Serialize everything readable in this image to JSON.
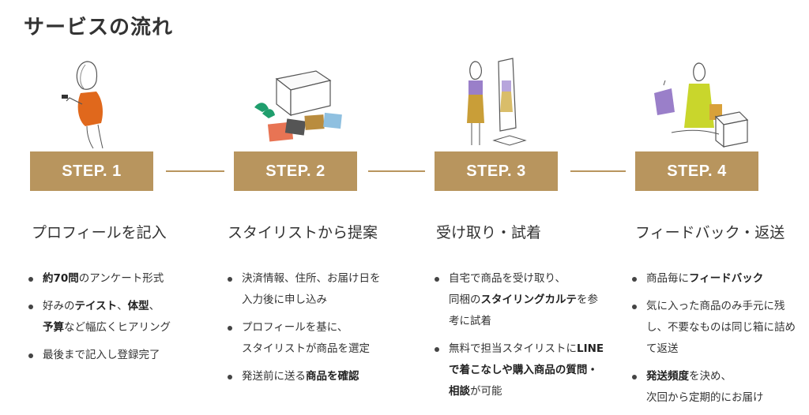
{
  "title": "サービスの流れ",
  "colors": {
    "gold": "#b8955e",
    "text": "#333333"
  },
  "steps": [
    {
      "label": "STEP. 1",
      "heading": "プロフィールを記入",
      "illustration": "woman-with-phone-illustration",
      "bullets": [
        [
          [
            {
              "t": "約70問",
              "b": true
            },
            {
              "t": "のアンケート形式",
              "b": false
            }
          ]
        ],
        [
          [
            {
              "t": "好みの",
              "b": false
            },
            {
              "t": "テイスト",
              "b": true
            },
            {
              "t": "、",
              "b": false
            },
            {
              "t": "体型",
              "b": true
            },
            {
              "t": "、",
              "b": false
            }
          ],
          [
            {
              "t": "予算",
              "b": true
            },
            {
              "t": "など幅広くヒアリング",
              "b": false
            }
          ]
        ],
        [
          [
            {
              "t": "最後まで記入し登録完了",
              "b": false
            }
          ]
        ]
      ]
    },
    {
      "label": "STEP. 2",
      "heading": "スタイリストから提案",
      "illustration": "box-and-clothes-illustration",
      "bullets": [
        [
          [
            {
              "t": "決済情報、住所、お届け日を",
              "b": false
            }
          ],
          [
            {
              "t": "入力後に申し込み",
              "b": false
            }
          ]
        ],
        [
          [
            {
              "t": "プロフィールを基に、",
              "b": false
            }
          ],
          [
            {
              "t": "スタイリストが商品を選定",
              "b": false
            }
          ]
        ],
        [
          [
            {
              "t": "発送前に送る",
              "b": false
            },
            {
              "t": "商品を確認",
              "b": true
            }
          ]
        ]
      ]
    },
    {
      "label": "STEP. 3",
      "heading": "受け取り・試着",
      "illustration": "woman-at-mirror-illustration",
      "bullets": [
        [
          [
            {
              "t": "自宅で商品を受け取り、",
              "b": false
            }
          ],
          [
            {
              "t": "同梱の",
              "b": false
            },
            {
              "t": "スタイリングカルテ",
              "b": true
            },
            {
              "t": "を参",
              "b": false
            }
          ],
          [
            {
              "t": "考に試着",
              "b": false
            }
          ]
        ],
        [
          [
            {
              "t": "無料で担当スタイリストに",
              "b": false
            },
            {
              "t": "LINE",
              "b": true
            }
          ],
          [
            {
              "t": "で着こなしや購入商品の質問・",
              "b": true
            }
          ],
          [
            {
              "t": "相談",
              "b": true
            },
            {
              "t": "が可能",
              "b": false
            }
          ]
        ]
      ]
    },
    {
      "label": "STEP. 4",
      "heading": "フィードバック・返送",
      "illustration": "woman-packing-box-illustration",
      "bullets": [
        [
          [
            {
              "t": "商品毎に",
              "b": false
            },
            {
              "t": "フィードバック",
              "b": true
            }
          ]
        ],
        [
          [
            {
              "t": "気に入った商品のみ手元に残",
              "b": false
            }
          ],
          [
            {
              "t": "し、不要なものは同じ箱に詰め",
              "b": false
            }
          ],
          [
            {
              "t": "て返送",
              "b": false
            }
          ]
        ],
        [
          [
            {
              "t": "発送頻度",
              "b": true
            },
            {
              "t": "を決め、",
              "b": false
            }
          ],
          [
            {
              "t": "次回から定期的にお届け",
              "b": false
            }
          ]
        ]
      ]
    }
  ]
}
